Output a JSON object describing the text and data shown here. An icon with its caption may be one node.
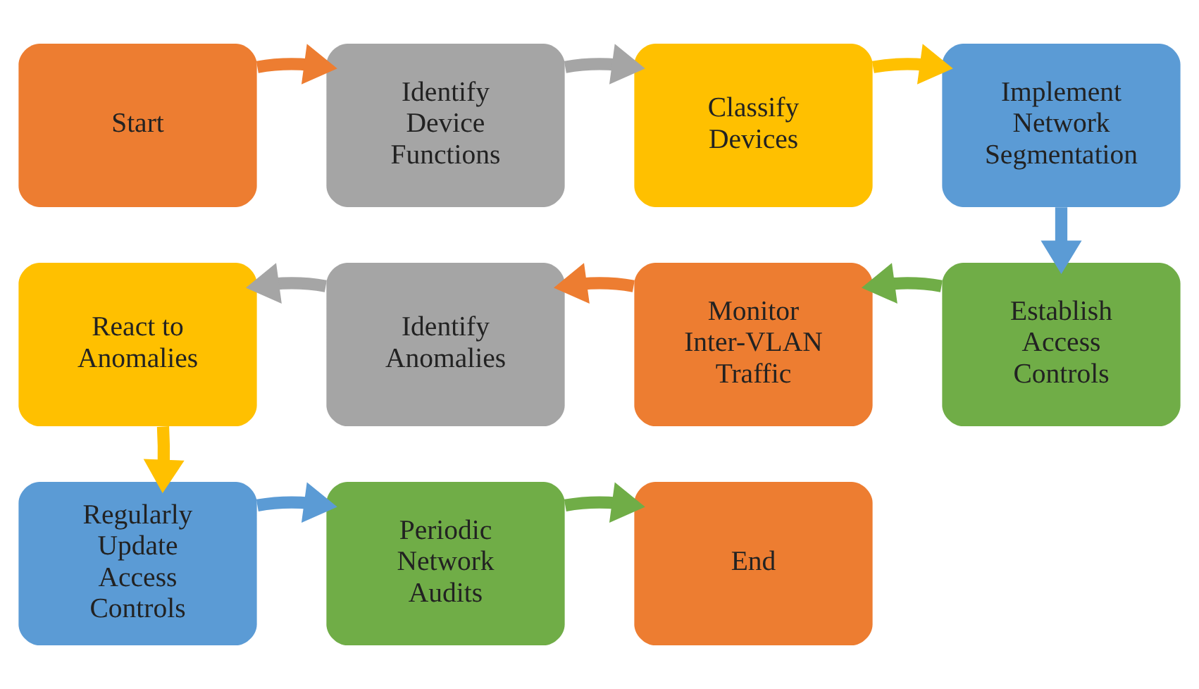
{
  "diagram": {
    "nodes": [
      {
        "text": [
          "Start"
        ]
      },
      {
        "text": [
          "Identify Device Functions"
        ]
      },
      {
        "text": [
          "Classify Devices"
        ]
      },
      {
        "text": [
          "Implement Network Segmentation"
        ]
      },
      {
        "text": [
          "Establish Access Controls"
        ]
      },
      {
        "text": [
          "Monitor Inter-VLAN Traffic"
        ]
      },
      {
        "text": [
          "Identify Anomalies"
        ]
      },
      {
        "text": [
          "React to Anomalies"
        ]
      },
      {
        "text": [
          "Regularly Update Access Controls"
        ]
      },
      {
        "text": [
          "Periodic Network Audits"
        ]
      },
      {
        "text": [
          "End"
        ]
      }
    ],
    "edges": [
      {
        "from": 0,
        "to": 1,
        "arrow": "to",
        "color": "#ed7d31"
      },
      {
        "from": 1,
        "to": 2,
        "arrow": "to",
        "color": "#a5a5a5"
      },
      {
        "from": 2,
        "to": 3,
        "arrow": "to",
        "color": "#ffc000"
      },
      {
        "from": 3,
        "to": 4,
        "arrow": "to",
        "color": "#5b9bd5"
      },
      {
        "from": 4,
        "to": 5,
        "arrow": "to",
        "color": "#70ad47"
      },
      {
        "from": 5,
        "to": 6,
        "arrow": "to",
        "color": "#ed7d31"
      },
      {
        "from": 6,
        "to": 7,
        "arrow": "to",
        "color": "#a5a5a5"
      },
      {
        "from": 7,
        "to": 8,
        "arrow": "to",
        "color": "#ffc000"
      },
      {
        "from": 8,
        "to": 9,
        "arrow": "to",
        "color": "#5b9bd5"
      },
      {
        "from": 9,
        "to": 10,
        "arrow": "to",
        "color": "#70ad47"
      }
    ]
  }
}
